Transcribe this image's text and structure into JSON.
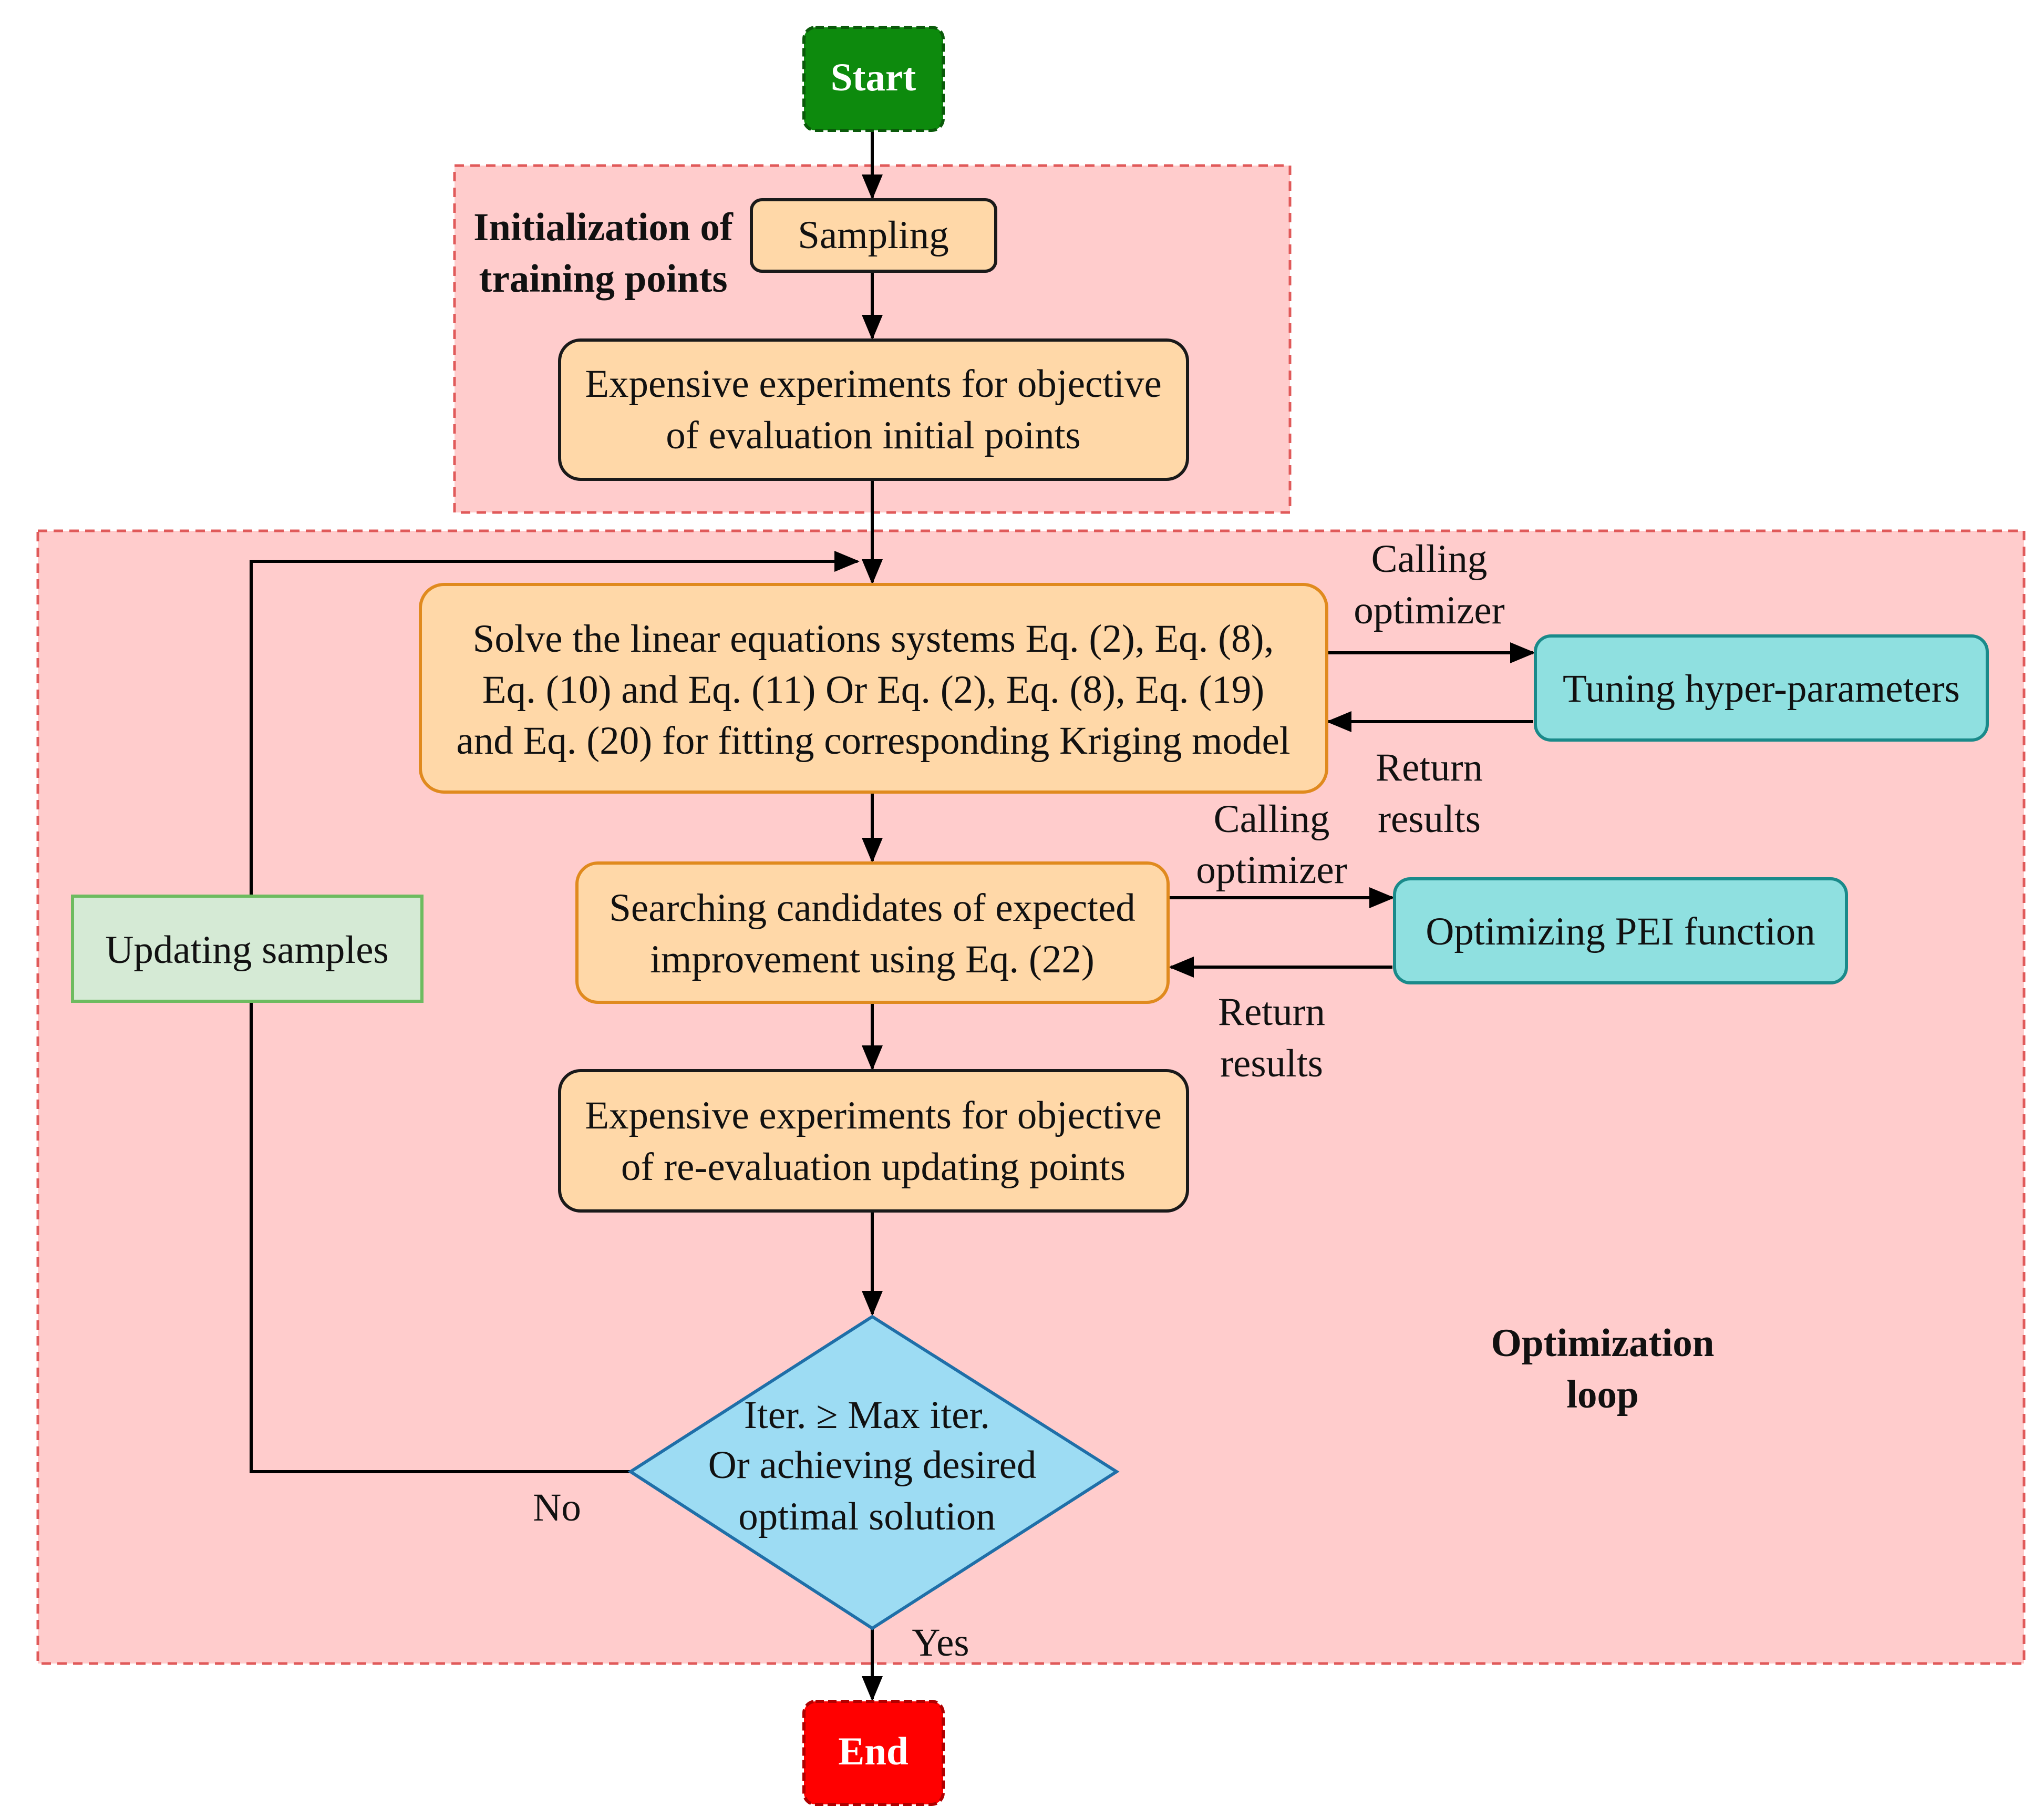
{
  "colors": {
    "region_fill": "#ffcccc",
    "region_border": "#e05a5a",
    "process_fill": "#ffd8a8",
    "process_border_dark": "#1a1a1a",
    "process_border_orange": "#e08a1e",
    "optimizer_fill": "#8fe0e0",
    "optimizer_border": "#1a8a8a",
    "update_fill": "#d5ead5",
    "update_border": "#6dbb5f",
    "decision_fill": "#9ddcf3",
    "decision_border": "#1f6fa8",
    "start_fill": "#0d8a0d",
    "end_fill": "#ff0000",
    "arrow": "#000000"
  },
  "nodes": {
    "start": "Start",
    "end": "End",
    "sampling": "Sampling",
    "init_experiments": [
      "Expensive experiments for objective",
      "of evaluation initial points"
    ],
    "solve": [
      "Solve the linear equations systems Eq. (2), Eq. (8),",
      "Eq. (10) and Eq. (11) Or Eq. (2), Eq. (8), Eq. (19)",
      "and Eq. (20) for fitting corresponding Kriging model"
    ],
    "tuning": "Tuning hyper-parameters",
    "searching": [
      "Searching candidates of expected",
      "improvement using Eq. (22)"
    ],
    "optimizing_pei": "Optimizing PEI function",
    "reevaluation": [
      "Expensive experiments for objective",
      "of re-evaluation updating points"
    ],
    "decision": [
      "Iter. ≥ Max iter.",
      "Or achieving desired",
      "optimal solution"
    ],
    "updating_samples": "Updating samples"
  },
  "regions": {
    "initialization": [
      "Initialization of",
      "training points"
    ],
    "optimization_loop": [
      "Optimization",
      "loop"
    ]
  },
  "edge_labels": {
    "calling_optimizer_1": [
      "Calling",
      "optimizer"
    ],
    "return_results_1": [
      "Return",
      "results"
    ],
    "calling_optimizer_2": [
      "Calling",
      "optimizer"
    ],
    "return_results_2": [
      "Return",
      "results"
    ],
    "no": "No",
    "yes": "Yes"
  }
}
